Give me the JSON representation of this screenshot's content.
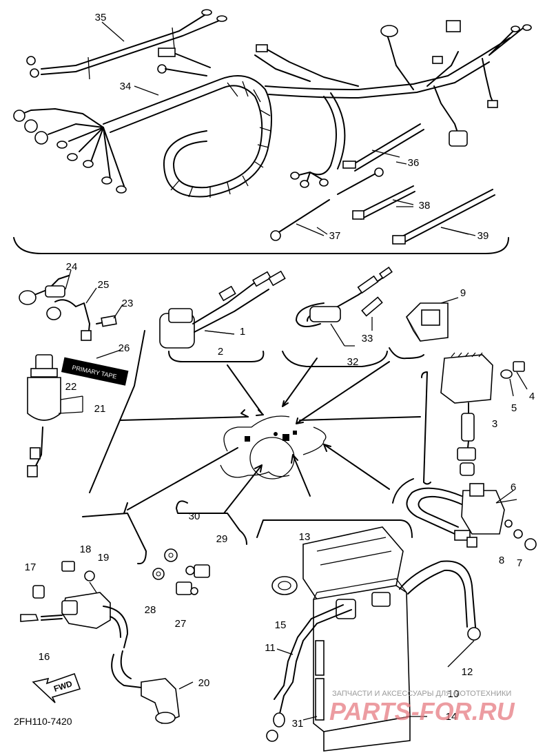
{
  "diagram": {
    "code": "2FH110-7420",
    "fwd_label": "FWD",
    "label_plate_text": "PRIMARY TAPE",
    "watermark_line1": "ЗАПЧАСТИ И АКСЕССУАРЫ ДЛЯ МОТОТЕХНИКИ",
    "watermark_line2": "PARTS-FOR.RU",
    "callouts": [
      {
        "id": "c1",
        "text": "1"
      },
      {
        "id": "c2",
        "text": "2"
      },
      {
        "id": "c3",
        "text": "3"
      },
      {
        "id": "c4",
        "text": "4"
      },
      {
        "id": "c5",
        "text": "5"
      },
      {
        "id": "c6",
        "text": "6"
      },
      {
        "id": "c7",
        "text": "7"
      },
      {
        "id": "c8",
        "text": "8"
      },
      {
        "id": "c9",
        "text": "9"
      },
      {
        "id": "c10",
        "text": "10"
      },
      {
        "id": "c11",
        "text": "11"
      },
      {
        "id": "c12",
        "text": "12"
      },
      {
        "id": "c13",
        "text": "13"
      },
      {
        "id": "c14",
        "text": "14"
      },
      {
        "id": "c15",
        "text": "15"
      },
      {
        "id": "c16",
        "text": "16"
      },
      {
        "id": "c17",
        "text": "17"
      },
      {
        "id": "c18",
        "text": "18"
      },
      {
        "id": "c19",
        "text": "19"
      },
      {
        "id": "c20",
        "text": "20"
      },
      {
        "id": "c21",
        "text": "21"
      },
      {
        "id": "c22",
        "text": "22"
      },
      {
        "id": "c23",
        "text": "23"
      },
      {
        "id": "c24",
        "text": "24"
      },
      {
        "id": "c25",
        "text": "25"
      },
      {
        "id": "c26",
        "text": "26"
      },
      {
        "id": "c27",
        "text": "27"
      },
      {
        "id": "c28",
        "text": "28"
      },
      {
        "id": "c29",
        "text": "29"
      },
      {
        "id": "c30",
        "text": "30"
      },
      {
        "id": "c31",
        "text": "31"
      },
      {
        "id": "c32",
        "text": "32"
      },
      {
        "id": "c33",
        "text": "33"
      },
      {
        "id": "c34",
        "text": "34"
      },
      {
        "id": "c35",
        "text": "35"
      },
      {
        "id": "c36",
        "text": "36"
      },
      {
        "id": "c37",
        "text": "37"
      },
      {
        "id": "c38",
        "text": "38"
      },
      {
        "id": "c39",
        "text": "39"
      }
    ]
  }
}
